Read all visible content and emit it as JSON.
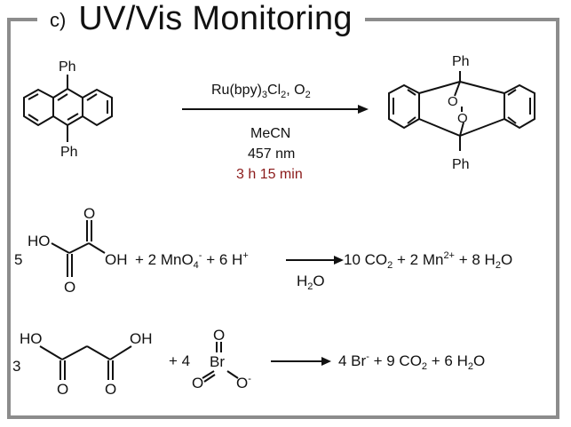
{
  "header": {
    "panel_label": "c)",
    "title": "UV/Vis Monitoring"
  },
  "reaction1": {
    "reactant_ph_top": "Ph",
    "reactant_ph_bottom": "Ph",
    "reagent_line": "Ru(bpy)3Cl2, O2",
    "solvent": "MeCN",
    "wavelength": "457 nm",
    "time": "3 h 15 min",
    "time_color": "#8b1a1a",
    "product_ph_top": "Ph",
    "product_ph_bottom": "Ph",
    "product_o1": "O",
    "product_o2": "O"
  },
  "reaction2": {
    "coefficient": "5",
    "ho": "HO",
    "o_top": "O",
    "oh": "OH",
    "o_bottom": "O",
    "equation_text": "+ 2 MnO4- + 6 H+",
    "below_arrow": "H2O",
    "products_text": "10 CO2 + 2 Mn2+ + 8 H2O"
  },
  "reaction3": {
    "coefficient": "3",
    "ho": "HO",
    "oh": "OH",
    "o_left": "O",
    "o_right": "O",
    "plus_four": "+ 4",
    "bromate_o_top": "O",
    "bromate_br": "Br",
    "bromate_o_left": "O",
    "bromate_o_right": "O-",
    "products_text": "4 Br- + 9 CO2 + 6 H2O"
  }
}
